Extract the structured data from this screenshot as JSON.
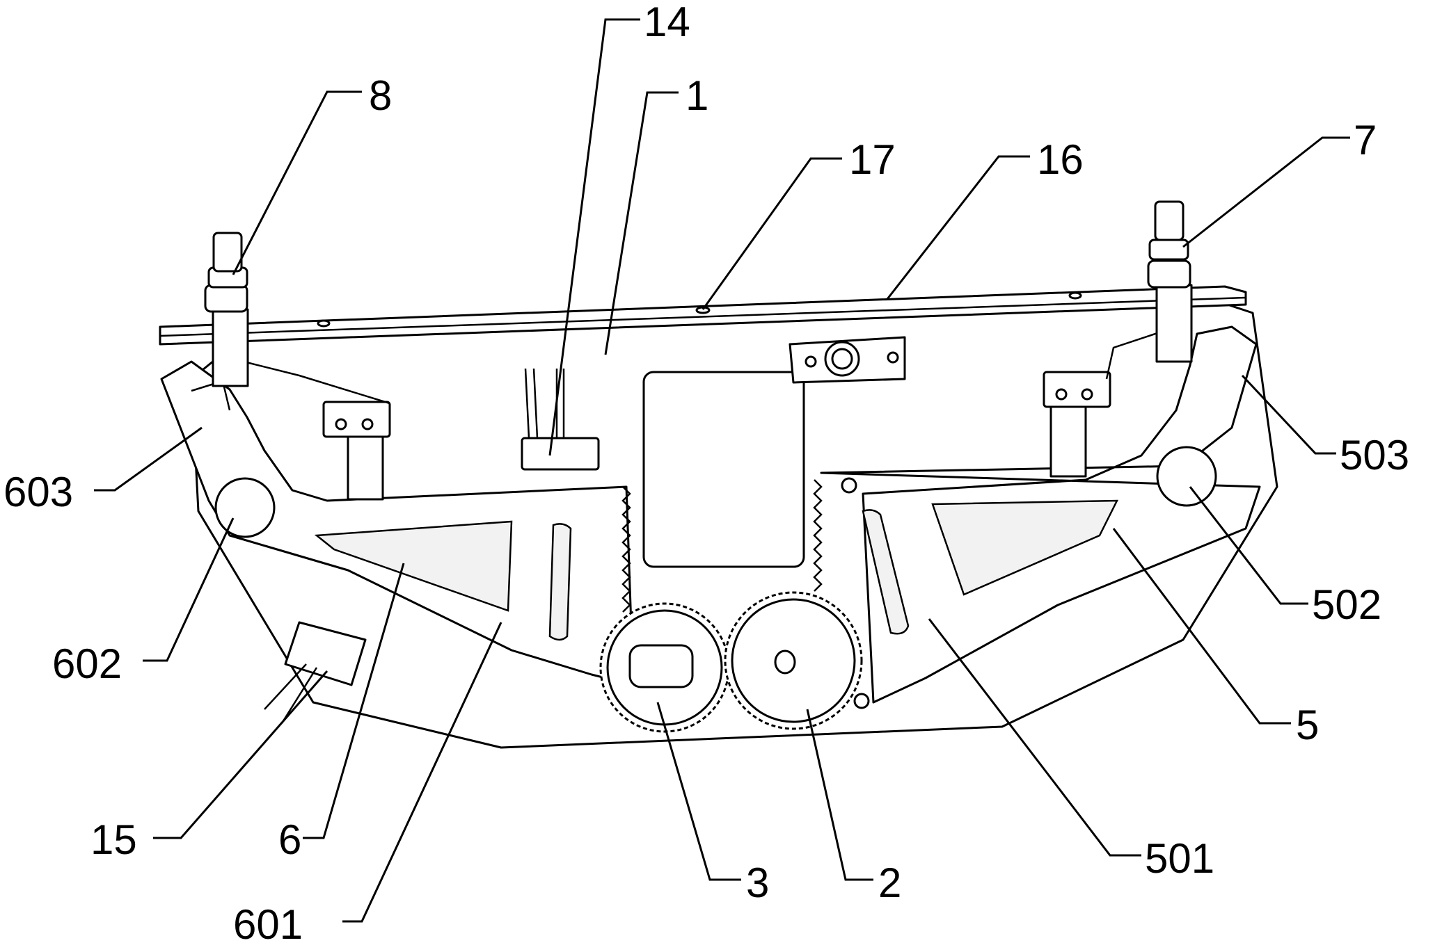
{
  "figure": {
    "labels": [
      {
        "id": "14",
        "text": "14"
      },
      {
        "id": "8",
        "text": "8"
      },
      {
        "id": "1",
        "text": "1"
      },
      {
        "id": "17",
        "text": "17"
      },
      {
        "id": "16",
        "text": "16"
      },
      {
        "id": "7",
        "text": "7"
      },
      {
        "id": "503",
        "text": "503"
      },
      {
        "id": "603",
        "text": "603"
      },
      {
        "id": "502",
        "text": "502"
      },
      {
        "id": "602",
        "text": "602"
      },
      {
        "id": "5",
        "text": "5"
      },
      {
        "id": "15",
        "text": "15"
      },
      {
        "id": "6",
        "text": "6"
      },
      {
        "id": "501",
        "text": "501"
      },
      {
        "id": "3",
        "text": "3"
      },
      {
        "id": "2",
        "text": "2"
      },
      {
        "id": "601",
        "text": "601"
      }
    ]
  }
}
